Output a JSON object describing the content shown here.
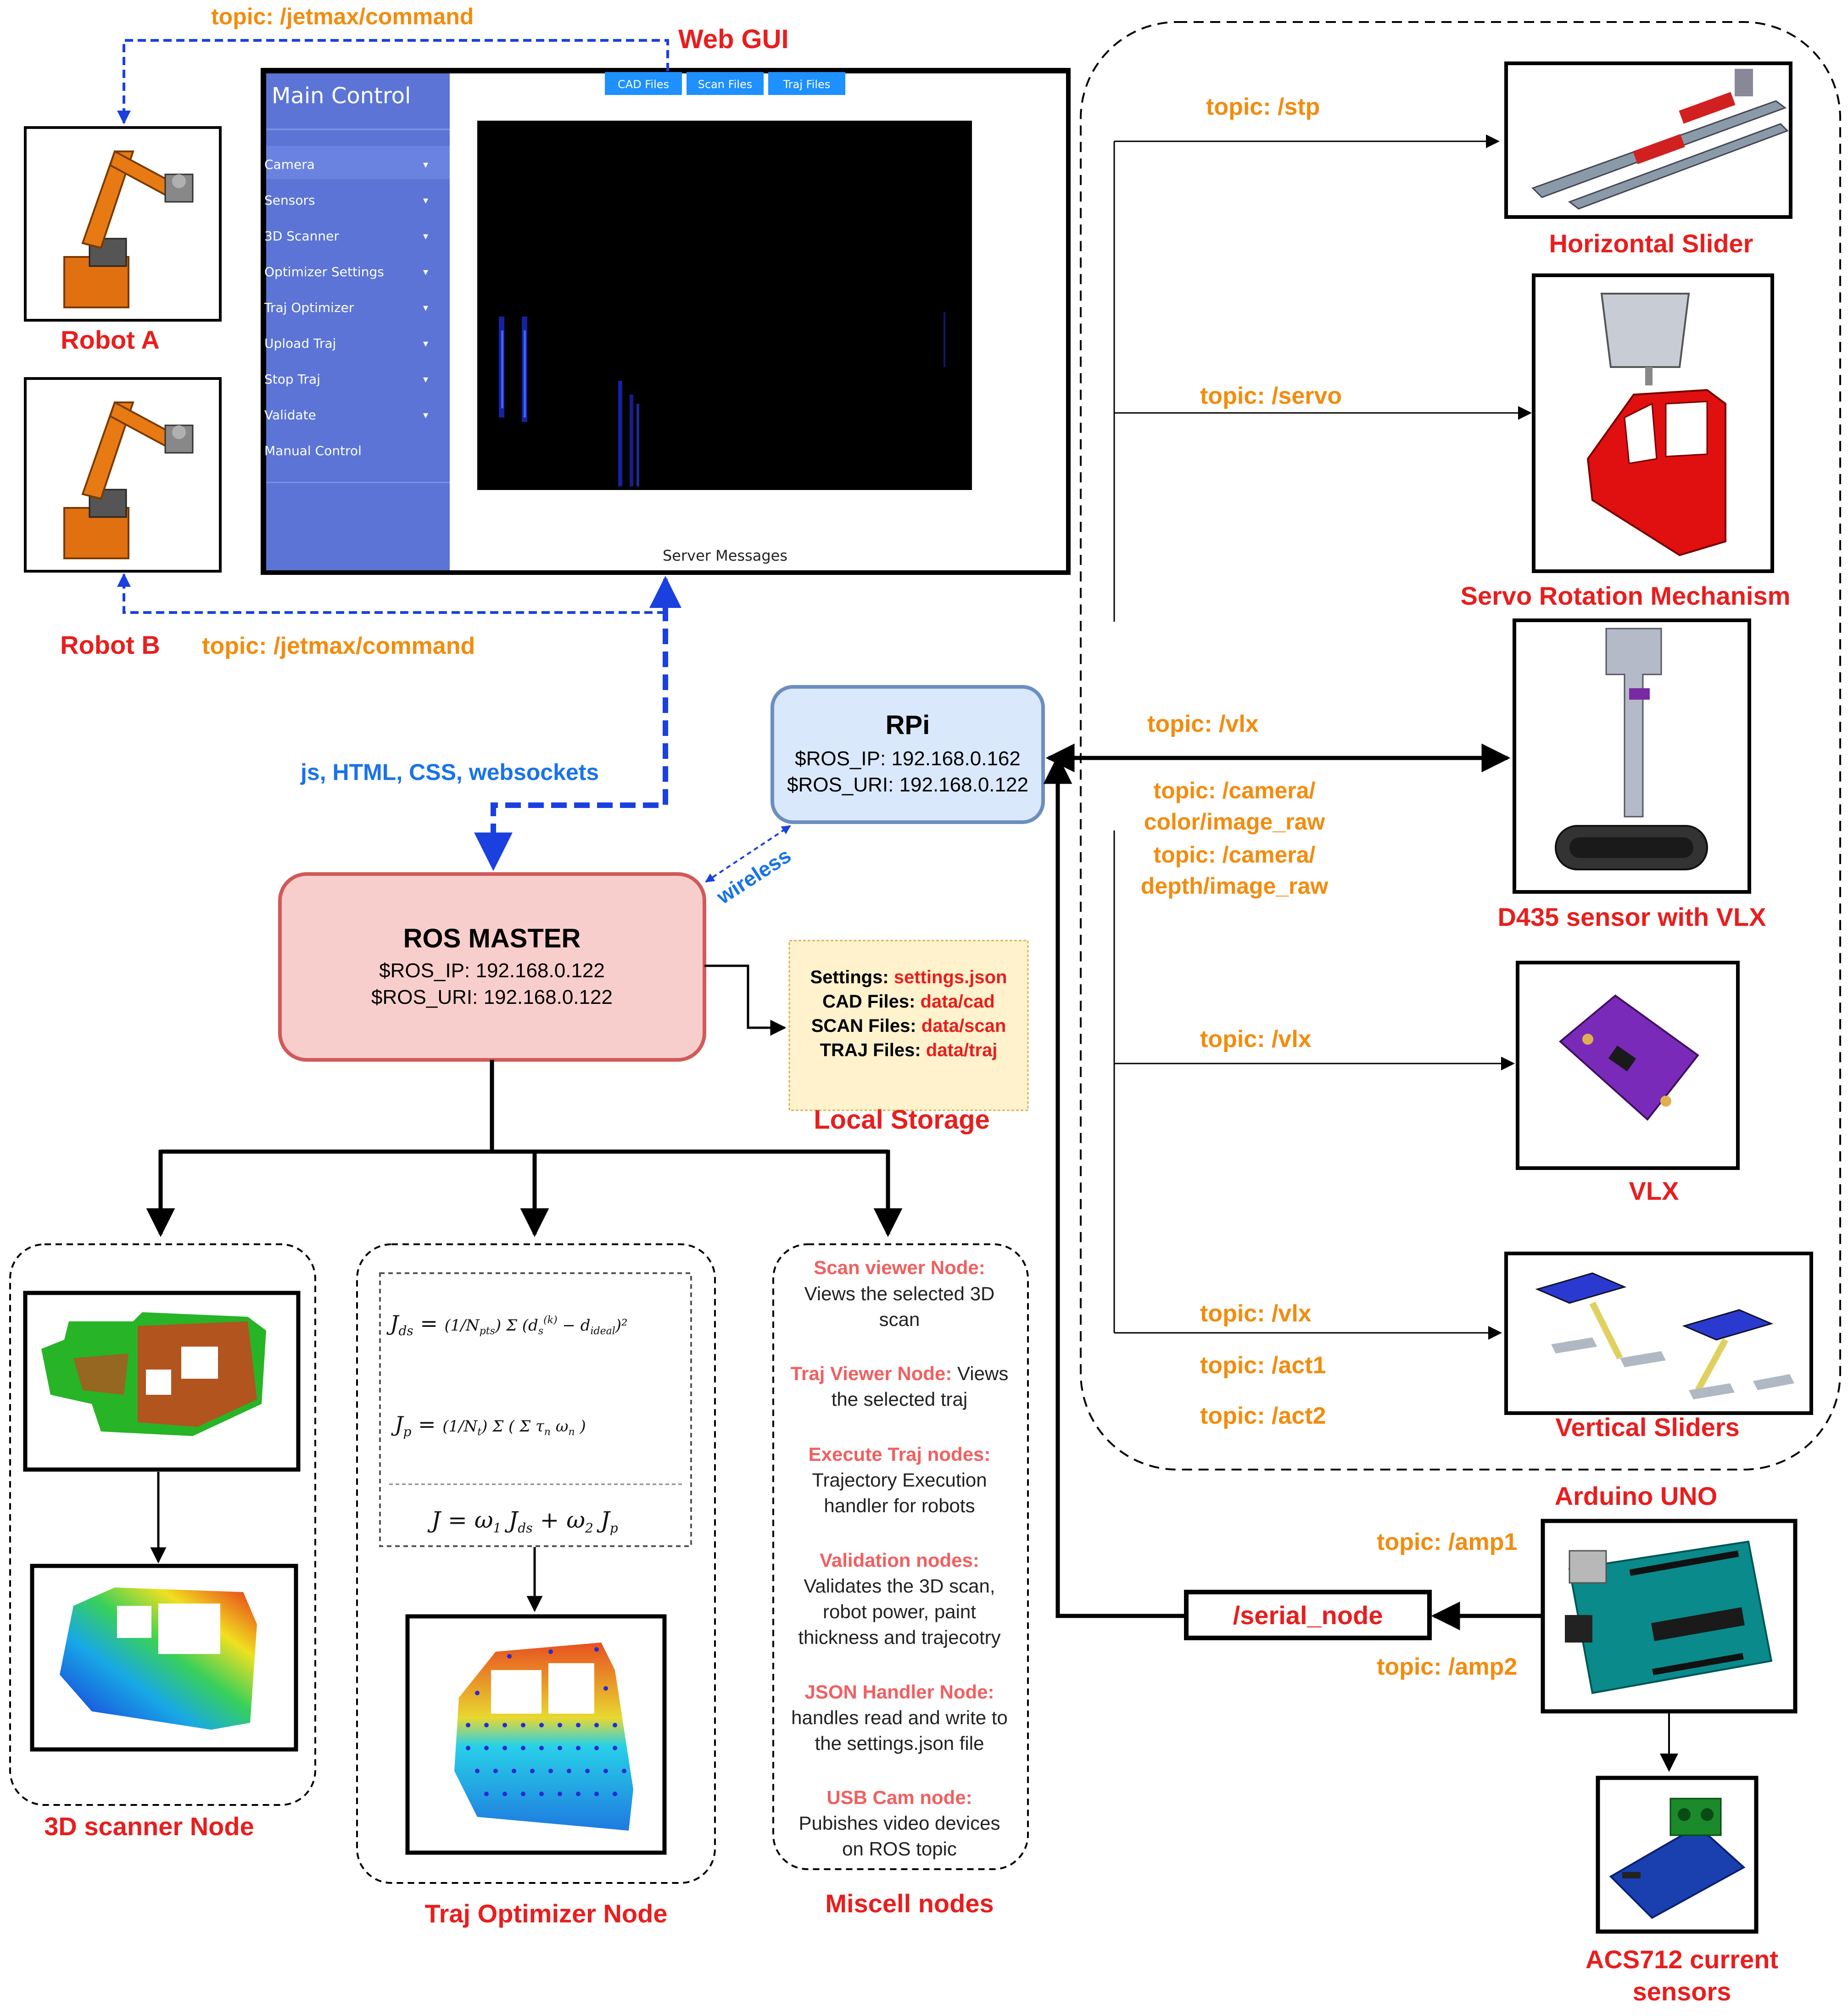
{
  "colors": {
    "topic_orange": "#f28c0f",
    "label_red": "#e81e1e",
    "note_blue": "#1a73e8",
    "ros_master_fill": "#f8cecc",
    "ros_master_stroke": "#d05a5a",
    "rpi_fill": "#dae8fc",
    "rpi_stroke": "#6c8ebf",
    "storage_fill": "#fff2cc",
    "gui_sidebar": "#5b74d6",
    "gui_button": "#1e90ff",
    "arrow_blue": "#1a40e0"
  },
  "web_gui": {
    "title": "Web GUI",
    "panel_title": "Main Control",
    "tabs": [
      "CAD Files",
      "Scan Files",
      "Traj Files"
    ],
    "menu_items": [
      "Camera",
      "Sensors",
      "3D Scanner",
      "Optimizer Settings",
      "Traj Optimizer",
      "Upload Traj",
      "Stop Traj",
      "Validate",
      "Manual Control"
    ],
    "server_messages": "Server Messages"
  },
  "robots": {
    "a_label": "Robot A",
    "b_label": "Robot B",
    "a_topic": "topic: /jetmax/command",
    "b_topic": "topic: /jetmax/command"
  },
  "web_link_label": "js, HTML, CSS, websockets",
  "ros_master": {
    "title": "ROS MASTER",
    "ip_label": "$ROS_IP:",
    "ip_value": "192.168.0.122",
    "uri_label": "$ROS_URI:",
    "uri_value": "192.168.0.122"
  },
  "rpi": {
    "title": "RPi",
    "ip_label": "$ROS_IP:",
    "ip_value": "192.168.0.162",
    "uri_label": "$ROS_URI:",
    "uri_value": "192.168.0.122"
  },
  "wireless_label": "wireless",
  "local_storage": {
    "title": "Local Storage",
    "rows": [
      {
        "key": "Settings:",
        "value": "settings.json"
      },
      {
        "key": "CAD Files:",
        "value": "data/cad"
      },
      {
        "key": "SCAN Files:",
        "value": "data/scan"
      },
      {
        "key": "TRAJ Files:",
        "value": "data/traj"
      }
    ]
  },
  "devices": {
    "horizontal_slider": {
      "label": "Horizontal Slider",
      "topic": "topic: /stp"
    },
    "servo": {
      "label": "Servo Rotation Mechanism",
      "topic": "topic: /servo"
    },
    "d435": {
      "label": "D435 sensor with VLX",
      "topic": "topic: /vlx",
      "topic_color_1": "topic: /camera/",
      "topic_color_2": "color/image_raw",
      "topic_depth_1": "topic: /camera/",
      "topic_depth_2": "depth/image_raw"
    },
    "vlx": {
      "label": "VLX",
      "topic": "topic: /vlx"
    },
    "vertical_sliders": {
      "label": "Vertical Sliders",
      "topics": [
        "topic: /vlx",
        "topic: /act1",
        "topic: /act2"
      ]
    }
  },
  "arduino": {
    "label": "Arduino UNO",
    "topic_1": "topic: /amp1",
    "topic_2": "topic: /amp2",
    "serial_node": "/serial_node"
  },
  "acs712": {
    "label_1": "ACS712 current",
    "label_2": "sensors"
  },
  "nodes": {
    "scanner": {
      "label": "3D scanner Node"
    },
    "traj_optimizer": {
      "label": "Traj Optimizer Node"
    },
    "miscell": {
      "label": "Miscell nodes",
      "items": [
        {
          "title": "Scan viewer Node:",
          "lines": [
            "Views the selected 3D",
            "scan"
          ]
        },
        {
          "title": "Traj Viewer Node:",
          "title_tail": "Views",
          "lines": [
            "the selected traj"
          ]
        },
        {
          "title": "Execute Traj nodes:",
          "lines": [
            "Trajectory Execution",
            "handler for robots"
          ]
        },
        {
          "title": "Validation nodes:",
          "lines": [
            "Validates the 3D scan,",
            "robot power, paint",
            "thickness and trajecotry"
          ]
        },
        {
          "title": "JSON Handler Node:",
          "lines": [
            "handles read and write to",
            "the settings.json file"
          ]
        },
        {
          "title": "USB Cam node:",
          "lines": [
            "Pubishes video devices",
            "on ROS topic"
          ]
        }
      ]
    }
  }
}
